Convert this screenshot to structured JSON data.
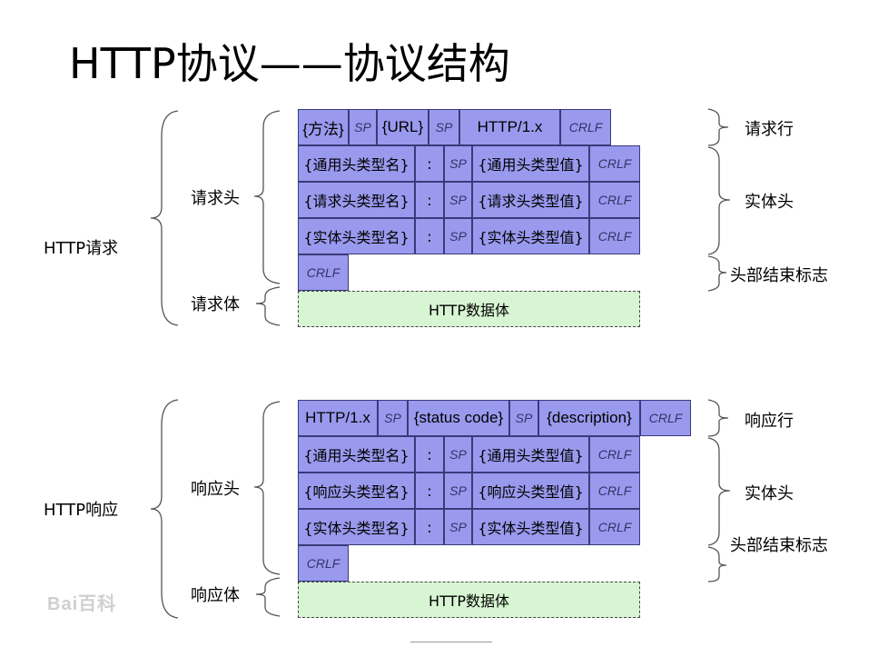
{
  "title": "HTTP协议——协议结构",
  "request": {
    "label": "HTTP请求",
    "header_label": "请求头",
    "body_label": "请求体",
    "line": [
      "{方法}",
      "SP",
      "{URL}",
      "SP",
      "HTTP/1.x",
      "CRLF"
    ],
    "rows": [
      [
        "{通用头类型名}",
        ":",
        "SP",
        "{通用头类型值}",
        "CRLF"
      ],
      [
        "{请求头类型名}",
        ":",
        "SP",
        "{请求头类型值}",
        "CRLF"
      ],
      [
        "{实体头类型名}",
        ":",
        "SP",
        "{实体头类型值}",
        "CRLF"
      ]
    ],
    "end_crlf": "CRLF",
    "body": "HTTP数据体",
    "right_labels": [
      "请求行",
      "实体头",
      "头部结束标志"
    ]
  },
  "response": {
    "label": "HTTP响应",
    "header_label": "响应头",
    "body_label": "响应体",
    "line": [
      "HTTP/1.x",
      "SP",
      "{status code}",
      "SP",
      "{description}",
      "CRLF"
    ],
    "rows": [
      [
        "{通用头类型名}",
        ":",
        "SP",
        "{通用头类型值}",
        "CRLF"
      ],
      [
        "{响应头类型名}",
        ":",
        "SP",
        "{响应头类型值}",
        "CRLF"
      ],
      [
        "{实体头类型名}",
        ":",
        "SP",
        "{实体头类型值}",
        "CRLF"
      ]
    ],
    "end_crlf": "CRLF",
    "body": "HTTP数据体",
    "right_labels": [
      "响应行",
      "实体头",
      "头部结束标志"
    ]
  },
  "watermark": "Bai百科",
  "colors": {
    "cell": "#9999ee",
    "body": "#d7f5d2",
    "border": "#3a3a7a"
  }
}
